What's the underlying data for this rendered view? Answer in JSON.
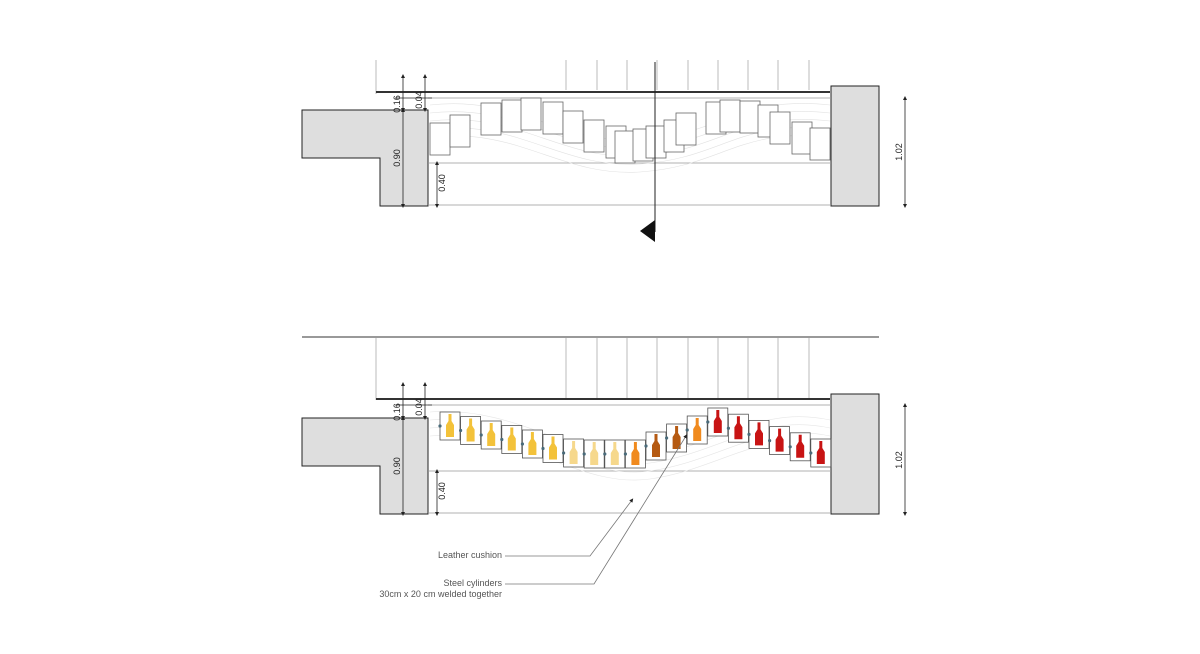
{
  "top_section": {
    "dimensions": {
      "d016": "0.16",
      "d004": "0.04",
      "d090": "0.90",
      "d040": "0.40",
      "d102": "1.02"
    }
  },
  "bottom_section": {
    "dimensions": {
      "d016": "0.16",
      "d004": "0.04",
      "d090": "0.90",
      "d040": "0.40",
      "d102": "1.02"
    },
    "annotations": {
      "leather": "Leather cushion",
      "steel_line1": "Steel cylinders",
      "steel_line2": "30cm x 20 cm welded together"
    },
    "bottle_colors": [
      "#f3c23a",
      "#f3c23a",
      "#f3c23a",
      "#f3c23a",
      "#f3c23a",
      "#f3c23a",
      "#f6d88c",
      "#f6d88c",
      "#f6d88c",
      "#f08a1e",
      "#b55a12",
      "#b55a12",
      "#f08a1e",
      "#c81414",
      "#c81414",
      "#c81414",
      "#c81414",
      "#c81414",
      "#c81414"
    ]
  },
  "colors": {
    "wall_fill": "#dedede",
    "line": "#222222",
    "light_line": "#bbbbbb"
  }
}
